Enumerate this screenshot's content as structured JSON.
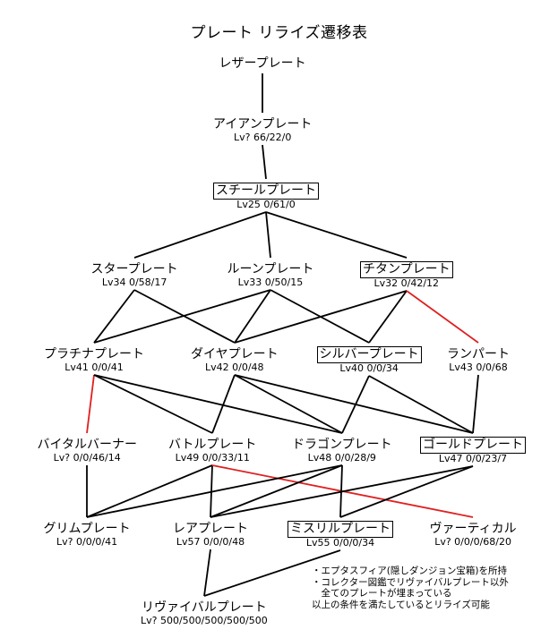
{
  "title": "プレート リライズ遷移表",
  "nodes": {
    "leather": {
      "name": "レザープレート",
      "stats": ""
    },
    "iron": {
      "name": "アイアンプレート",
      "stats": "Lv?  66/22/0"
    },
    "steel": {
      "name": "スチールプレート",
      "stats": "Lv25  0/61/0",
      "boxed": true
    },
    "star": {
      "name": "スタープレート",
      "stats": "Lv34  0/58/17"
    },
    "rune": {
      "name": "ルーンプレート",
      "stats": "Lv33  0/50/15"
    },
    "titan": {
      "name": "チタンプレート",
      "stats": "Lv32  0/42/12",
      "boxed": true
    },
    "platina": {
      "name": "プラチナプレート",
      "stats": "Lv41  0/0/41"
    },
    "diamond": {
      "name": "ダイヤプレート",
      "stats": "Lv42  0/0/48"
    },
    "silver": {
      "name": "シルバープレート",
      "stats": "Lv40  0/0/34",
      "boxed": true
    },
    "rampart": {
      "name": "ランパート",
      "stats": "Lv43  0/0/68"
    },
    "vital": {
      "name": "バイタルバーナー",
      "stats": "Lv?  0/0/46/14"
    },
    "battle": {
      "name": "バトルプレート",
      "stats": "Lv49  0/0/33/11"
    },
    "dragon": {
      "name": "ドラゴンプレート",
      "stats": "Lv48 0/0/28/9"
    },
    "gold": {
      "name": "ゴールドプレート",
      "stats": "Lv47  0/0/23/7",
      "boxed": true
    },
    "grim": {
      "name": "グリムプレート",
      "stats": "Lv?  0/0/0/41"
    },
    "rare": {
      "name": "レアプレート",
      "stats": "Lv57  0/0/0/48"
    },
    "mithril": {
      "name": "ミスリルプレート",
      "stats": "Lv55  0/0/0/34",
      "boxed": true
    },
    "vertical": {
      "name": "ヴァーティカル",
      "stats": "Lv?  0/0/0/68/20"
    },
    "revival": {
      "name": "リヴァイバルプレート",
      "stats": "Lv?  500/500/500/500/500"
    }
  },
  "edges": [
    {
      "from": "leather",
      "to": "iron",
      "color": "#000000"
    },
    {
      "from": "iron",
      "to": "steel",
      "color": "#000000"
    },
    {
      "from": "steel",
      "to": "star",
      "color": "#000000"
    },
    {
      "from": "steel",
      "to": "rune",
      "color": "#000000"
    },
    {
      "from": "steel",
      "to": "titan",
      "color": "#000000"
    },
    {
      "from": "star",
      "to": "platina",
      "color": "#000000"
    },
    {
      "from": "star",
      "to": "diamond",
      "color": "#000000"
    },
    {
      "from": "rune",
      "to": "platina",
      "color": "#000000"
    },
    {
      "from": "rune",
      "to": "diamond",
      "color": "#000000"
    },
    {
      "from": "rune",
      "to": "silver",
      "color": "#000000"
    },
    {
      "from": "titan",
      "to": "diamond",
      "color": "#000000"
    },
    {
      "from": "titan",
      "to": "silver",
      "color": "#000000"
    },
    {
      "from": "titan",
      "to": "rampart",
      "color": "#e02020"
    },
    {
      "from": "platina",
      "to": "vital",
      "color": "#e02020"
    },
    {
      "from": "platina",
      "to": "battle",
      "color": "#000000"
    },
    {
      "from": "platina",
      "to": "dragon",
      "color": "#000000"
    },
    {
      "from": "diamond",
      "to": "battle",
      "color": "#000000"
    },
    {
      "from": "diamond",
      "to": "dragon",
      "color": "#000000"
    },
    {
      "from": "diamond",
      "to": "gold",
      "color": "#000000"
    },
    {
      "from": "silver",
      "to": "dragon",
      "color": "#000000"
    },
    {
      "from": "silver",
      "to": "gold",
      "color": "#000000"
    },
    {
      "from": "rampart",
      "to": "gold",
      "color": "#000000"
    },
    {
      "from": "vital",
      "to": "grim",
      "color": "#000000"
    },
    {
      "from": "battle",
      "to": "grim",
      "color": "#000000"
    },
    {
      "from": "battle",
      "to": "rare",
      "color": "#000000"
    },
    {
      "from": "battle",
      "to": "vertical",
      "color": "#e02020"
    },
    {
      "from": "dragon",
      "to": "grim",
      "color": "#000000"
    },
    {
      "from": "dragon",
      "to": "rare",
      "color": "#000000"
    },
    {
      "from": "dragon",
      "to": "mithril",
      "color": "#000000"
    },
    {
      "from": "gold",
      "to": "rare",
      "color": "#000000"
    },
    {
      "from": "gold",
      "to": "mithril",
      "color": "#000000"
    },
    {
      "from": "rare",
      "to": "revival",
      "color": "#000000"
    },
    {
      "from": "mithril",
      "to": "revival",
      "color": "#000000"
    }
  ],
  "notes": [
    "・エプタスフィア(隠しダンジョン宝箱)を所持",
    "・コレクター図鑑でリヴァイバルプレート以外",
    "　全てのプレートが埋まっている",
    "以上の条件を満たしているとリライズ可能"
  ]
}
